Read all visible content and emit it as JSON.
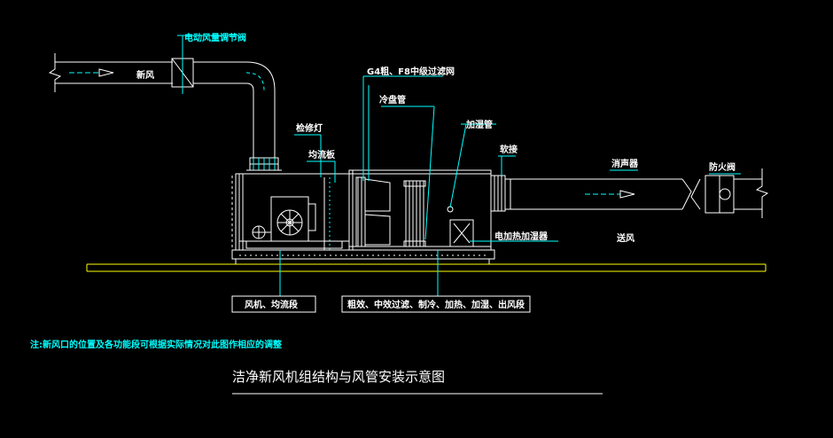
{
  "labels": {
    "damper": "电动风量调节阀",
    "fresh_air": "新风",
    "filters": "G4粗、F8中级过滤网",
    "cooling_coil": "冷盘管",
    "lamp": "检修灯",
    "humidifier_pipe": "加湿管",
    "equalizer": "均流板",
    "soft_joint": "软接",
    "silencer": "消声器",
    "fire_damper": "防火阀",
    "heater": "电加热加湿器",
    "supply_air": "送风",
    "box_fan": "风机、均流段",
    "box_sections": "粗效、中效过滤、制冷、加热、加湿、出风段"
  },
  "note": "注:新风口的位置及各功能段可根据实际情况对此图作相应的调整",
  "title": "洁净新风机组结构与风管安装示意图",
  "colors": {
    "line": "#00ffff",
    "frame": "#ffffff",
    "floor": "#ffff00",
    "background": "#000000"
  }
}
